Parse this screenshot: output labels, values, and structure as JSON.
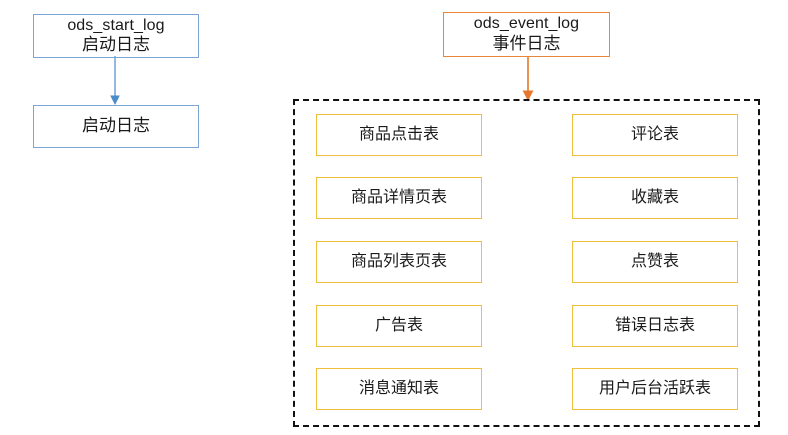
{
  "diagram": {
    "title_nodes": {
      "start_log_source": {
        "name_en": "ods_start_log",
        "name_cn": "启动日志",
        "border_color": "#7BA7D7"
      },
      "start_log_table": {
        "name_cn": "启动日志",
        "border_color": "#7BA7D7"
      },
      "event_log_source": {
        "name_en": "ods_event_log",
        "name_cn": "事件日志",
        "border_color": "#E8873C"
      }
    },
    "connectors": [
      {
        "id": "start-log-arrow",
        "color": "#7BA7D7",
        "direction": "down"
      },
      {
        "id": "event-log-arrow",
        "color": "#E8873C",
        "direction": "down"
      }
    ],
    "event_tables_group": {
      "border_color": "#111111",
      "border_style": "dashed",
      "table_border_color": "#EFBE3E",
      "columns": [
        {
          "id": "left-column",
          "tables": [
            "商品点击表",
            "商品详情页表",
            "商品列表页表",
            "广告表",
            "消息通知表"
          ]
        },
        {
          "id": "right-column",
          "tables": [
            "评论表",
            "收藏表",
            "点赞表",
            "错误日志表",
            "用户后台活跃表"
          ]
        }
      ]
    }
  }
}
